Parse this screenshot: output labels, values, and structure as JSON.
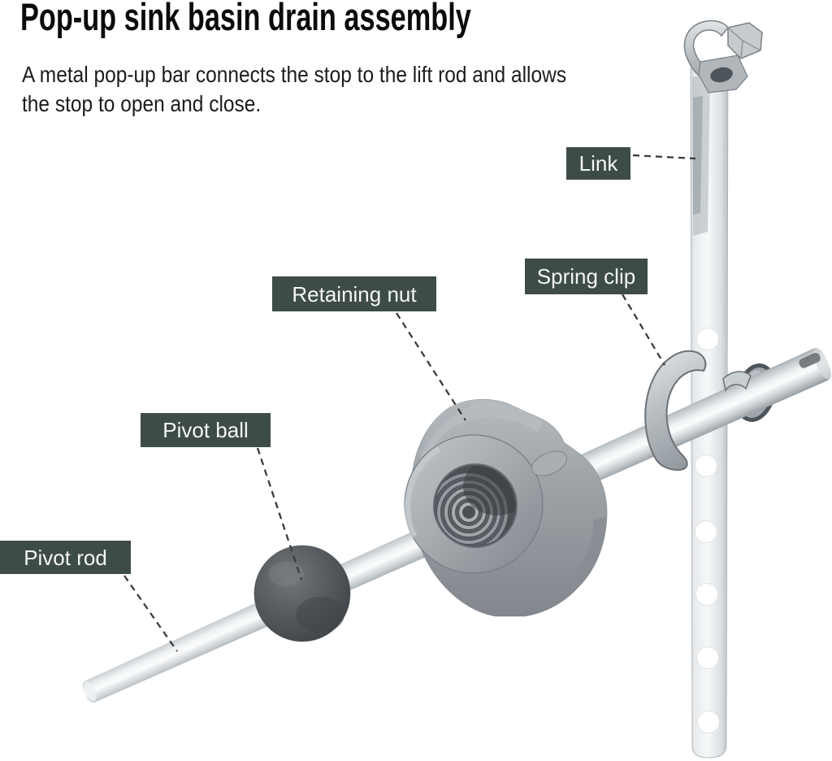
{
  "header": {
    "title": "Pop-up sink basin drain assembly",
    "description_line1": "A metal pop-up bar connects the stop to the lift rod and allows",
    "description_line2": "the stop to open and close."
  },
  "callouts": [
    {
      "id": "link",
      "label": "Link"
    },
    {
      "id": "spring-clip",
      "label": "Spring clip"
    },
    {
      "id": "retaining-nut",
      "label": "Retaining nut"
    },
    {
      "id": "pivot-ball",
      "label": "Pivot ball"
    },
    {
      "id": "pivot-rod",
      "label": "Pivot rod"
    }
  ],
  "style": {
    "callout_bg": "#3E4C48",
    "callout_text": "#F4F6F5",
    "leader_color": "#3C3C3C",
    "title_color": "#0B0B0B",
    "body_color": "#1C1C1C",
    "background": "#FFFFFF"
  }
}
